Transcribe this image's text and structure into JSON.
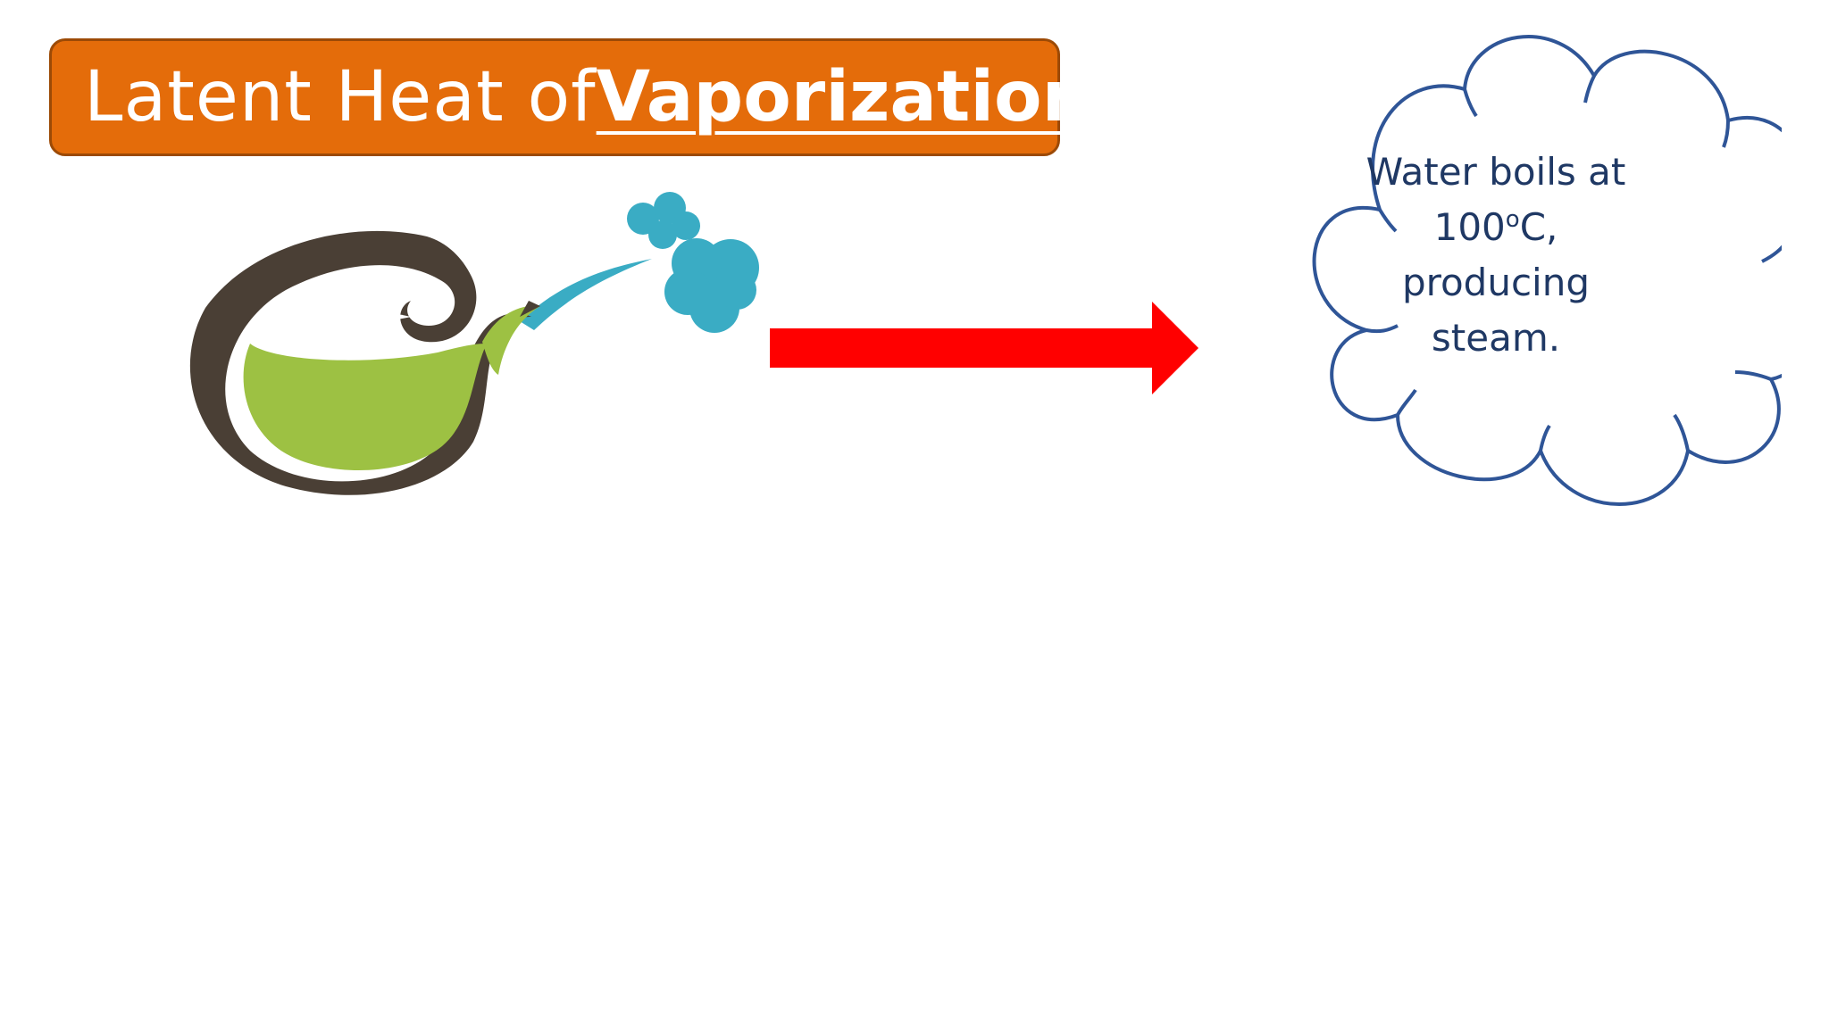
{
  "slide": {
    "title": {
      "prefix": "Latent Heat of ",
      "emphasis": "Vaporization"
    },
    "callout": {
      "line1": "Water boils at",
      "temp_number": "100",
      "temp_degree": "o",
      "temp_unit": "C,",
      "line3": "producing",
      "line4": "steam."
    }
  },
  "colors": {
    "title_background": "#e46c0a",
    "title_border": "#9c4a06",
    "arrow": "#ff0000",
    "cloud_outline": "#2f5597",
    "cloud_text": "#1f3864",
    "kettle_body": "#9dc143",
    "kettle_outline": "#4a3f35",
    "steam": "#3aacc4"
  },
  "icons": {
    "kettle": "kettle-icon",
    "steam": "steam-icon",
    "arrow": "right-arrow-icon",
    "cloud": "thought-cloud-icon"
  }
}
